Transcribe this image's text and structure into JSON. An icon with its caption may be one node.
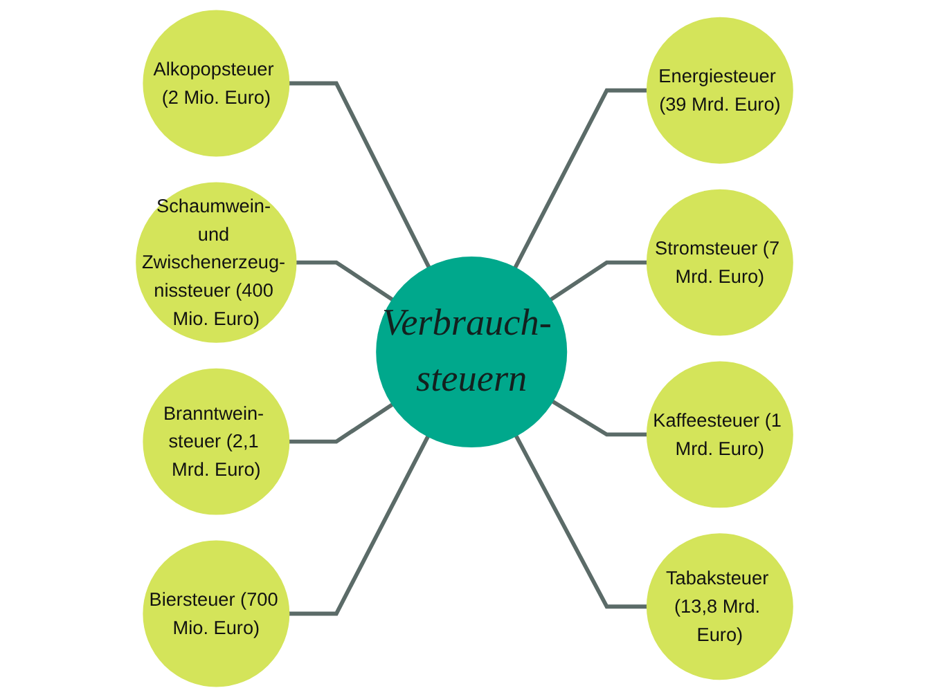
{
  "diagram": {
    "nodes": [
      {
        "text": [
          "Energiesteuer (39 Mrd. Euro)"
        ]
      },
      {
        "text": [
          "Alkopopsteuer (2 Mio. Euro)"
        ]
      },
      {
        "text": [
          "Stromsteuer (7 Mrd. Euro)"
        ]
      },
      {
        "text": [
          "Schaumwein- und Zwischenerzeug- nissteuer (400 Mio. Euro)"
        ]
      },
      {
        "text": [
          "Verbrauch- steuern"
        ]
      },
      {
        "text": [
          "Kaffeesteuer (1 Mrd. Euro)"
        ]
      },
      {
        "text": [
          "Branntwein- steuer (2,1 Mrd. Euro)"
        ]
      },
      {
        "text": [
          "Tabaksteuer (13,8 Mrd. Euro)"
        ]
      },
      {
        "text": [
          "Biersteuer (700 Mio. Euro)"
        ]
      }
    ],
    "edges": [
      {
        "from": 4,
        "to": 0,
        "arrow": "none"
      },
      {
        "from": 4,
        "to": 2,
        "arrow": "none"
      },
      {
        "from": 4,
        "to": 5,
        "arrow": "none"
      },
      {
        "from": 4,
        "to": 7,
        "arrow": "none"
      },
      {
        "from": 1,
        "to": 4,
        "arrow": "none"
      },
      {
        "from": 3,
        "to": 4,
        "arrow": "none"
      },
      {
        "from": 6,
        "to": 4,
        "arrow": "none"
      },
      {
        "from": 8,
        "to": 4,
        "arrow": "none"
      }
    ]
  }
}
